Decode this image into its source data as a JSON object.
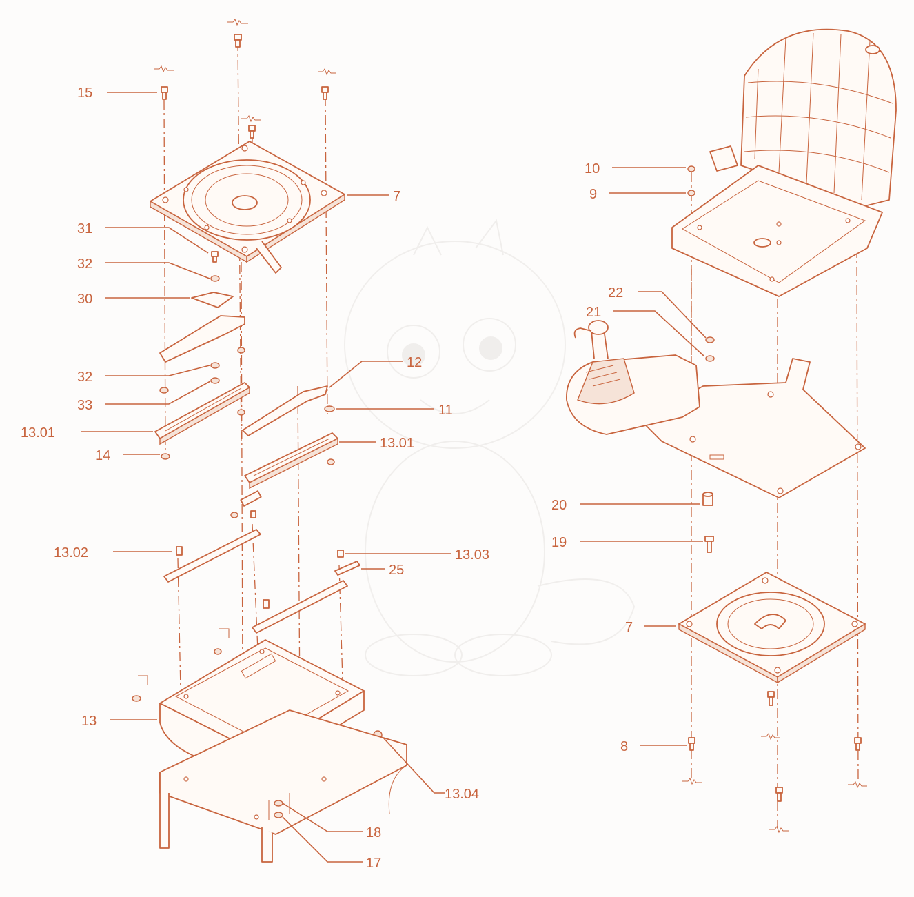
{
  "diagram": {
    "accent_color": "#c8643e",
    "background_color": "#fdfcfb",
    "watermark": "baby-dragon-watermark",
    "callouts": {
      "c15": "15",
      "c7a": "7",
      "c31": "31",
      "c32a": "32",
      "c30": "30",
      "c32b": "32",
      "c33": "33",
      "c12": "12",
      "c11": "11",
      "c1301a": "13.01",
      "c14": "14",
      "c1301b": "13.01",
      "c1302": "13.02",
      "c1303": "13.03",
      "c25": "25",
      "c13": "13",
      "c1304": "13.04",
      "c18": "18",
      "c17": "17",
      "c10": "10",
      "c9": "9",
      "c22": "22",
      "c21": "21",
      "c20": "20",
      "c19": "19",
      "c7b": "7",
      "c8": "8"
    }
  }
}
